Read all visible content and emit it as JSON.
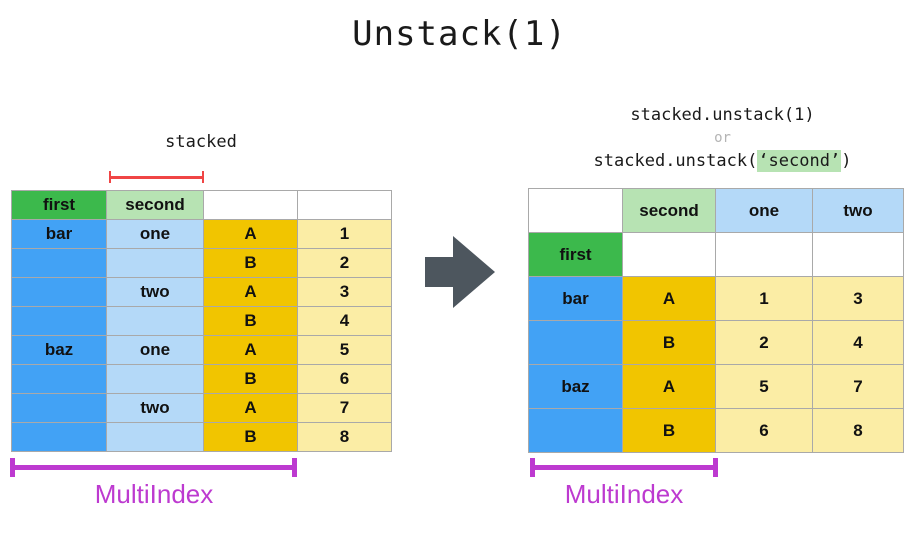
{
  "title": "Unstack(1)",
  "colors": {
    "green": "#3cb94c",
    "lightgreen": "#b7e3b3",
    "blue": "#42a2f5",
    "lightblue": "#b4d9f8",
    "gold": "#f1c500",
    "paleyellow": "#fbeda5",
    "magenta": "#bd3ad0",
    "red": "#f04545",
    "orange": "#cf9e10",
    "arrow": "#4d565e",
    "border": "#a9a9a9",
    "grayor": "#b4b4b4"
  },
  "left": {
    "table_label": "stacked",
    "multiindex_label": "MultiIndex",
    "table": {
      "cells": [
        [
          {
            "t": "first",
            "c": "g"
          },
          {
            "t": "second",
            "c": "lg"
          },
          {
            "t": "",
            "c": "w"
          },
          {
            "t": "",
            "c": "w"
          }
        ],
        [
          {
            "t": "bar",
            "c": "b"
          },
          {
            "t": "one",
            "c": "lb"
          },
          {
            "t": "A",
            "c": "gd"
          },
          {
            "t": "1",
            "c": "py"
          }
        ],
        [
          {
            "t": "",
            "c": "b"
          },
          {
            "t": "",
            "c": "lb"
          },
          {
            "t": "B",
            "c": "gd"
          },
          {
            "t": "2",
            "c": "py"
          }
        ],
        [
          {
            "t": "",
            "c": "b"
          },
          {
            "t": "two",
            "c": "lb"
          },
          {
            "t": "A",
            "c": "gd"
          },
          {
            "t": "3",
            "c": "py"
          }
        ],
        [
          {
            "t": "",
            "c": "b"
          },
          {
            "t": "",
            "c": "lb"
          },
          {
            "t": "B",
            "c": "gd"
          },
          {
            "t": "4",
            "c": "py"
          }
        ],
        [
          {
            "t": "baz",
            "c": "b"
          },
          {
            "t": "one",
            "c": "lb"
          },
          {
            "t": "A",
            "c": "gd"
          },
          {
            "t": "5",
            "c": "py"
          }
        ],
        [
          {
            "t": "",
            "c": "b"
          },
          {
            "t": "",
            "c": "lb"
          },
          {
            "t": "B",
            "c": "gd"
          },
          {
            "t": "6",
            "c": "py"
          }
        ],
        [
          {
            "t": "",
            "c": "b"
          },
          {
            "t": "two",
            "c": "lb"
          },
          {
            "t": "A",
            "c": "gd"
          },
          {
            "t": "7",
            "c": "py"
          }
        ],
        [
          {
            "t": "",
            "c": "b"
          },
          {
            "t": "",
            "c": "lb"
          },
          {
            "t": "B",
            "c": "gd"
          },
          {
            "t": "8",
            "c": "py"
          }
        ]
      ]
    }
  },
  "right": {
    "code": {
      "line1": "stacked.unstack(1)",
      "or_text": "or",
      "line2_prefix": "stacked.unstack(",
      "line2_highlight": "‘second’",
      "line2_suffix": ")"
    },
    "multiindex_label": "MultiIndex",
    "table": {
      "cells": [
        [
          {
            "t": "",
            "c": "w"
          },
          {
            "t": "second",
            "c": "lg"
          },
          {
            "t": "one",
            "c": "lb ob"
          },
          {
            "t": "two",
            "c": "lb ob"
          }
        ],
        [
          {
            "t": "first",
            "c": "g"
          },
          {
            "t": "",
            "c": "w"
          },
          {
            "t": "",
            "c": "w"
          },
          {
            "t": "",
            "c": "w"
          }
        ],
        [
          {
            "t": "bar",
            "c": "b"
          },
          {
            "t": "A",
            "c": "gd"
          },
          {
            "t": "1",
            "c": "py"
          },
          {
            "t": "3",
            "c": "py"
          }
        ],
        [
          {
            "t": "",
            "c": "b"
          },
          {
            "t": "B",
            "c": "gd"
          },
          {
            "t": "2",
            "c": "py"
          },
          {
            "t": "4",
            "c": "py"
          }
        ],
        [
          {
            "t": "baz",
            "c": "b"
          },
          {
            "t": "A",
            "c": "gd"
          },
          {
            "t": "5",
            "c": "py"
          },
          {
            "t": "7",
            "c": "py"
          }
        ],
        [
          {
            "t": "",
            "c": "b"
          },
          {
            "t": "B",
            "c": "gd"
          },
          {
            "t": "6",
            "c": "py"
          },
          {
            "t": "8",
            "c": "py"
          }
        ]
      ]
    }
  }
}
